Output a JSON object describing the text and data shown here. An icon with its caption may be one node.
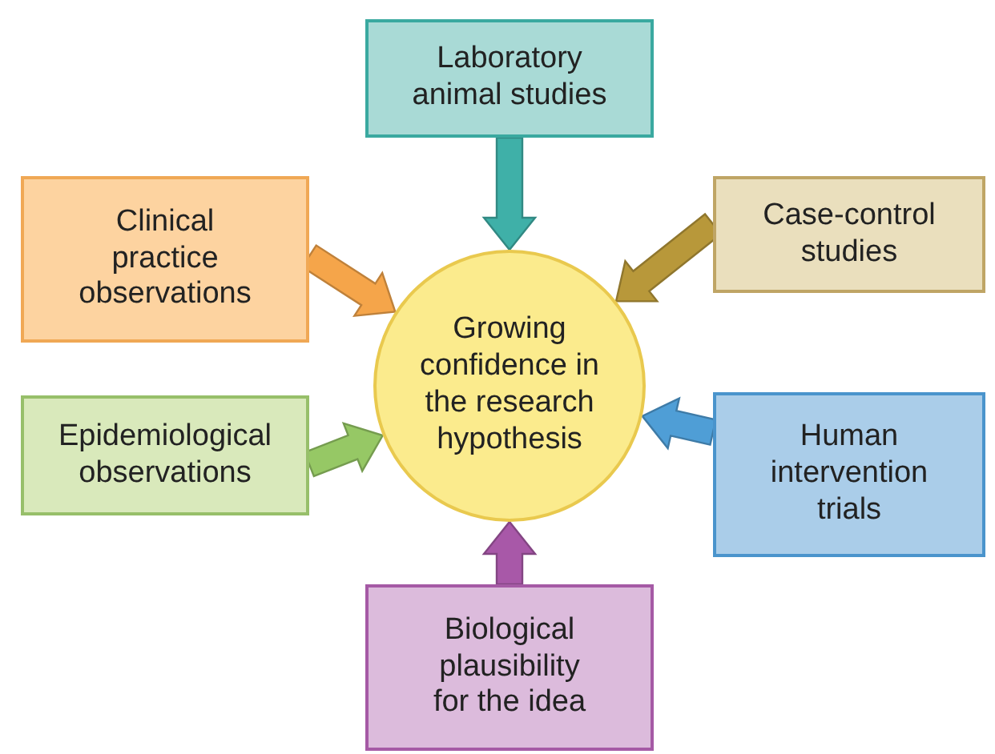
{
  "diagram": {
    "nodes": [
      {
        "text": [
          "Laboratory animal studies"
        ]
      },
      {
        "text": [
          "Clinical practice observations"
        ]
      },
      {
        "text": [
          "Case-control studies"
        ]
      },
      {
        "text": [
          "Growing confidence in the research hypothesis"
        ]
      },
      {
        "text": [
          "Epidemiological observations"
        ]
      },
      {
        "text": [
          "Human intervention trials"
        ]
      },
      {
        "text": [
          "Biological plausibility for the idea"
        ]
      }
    ],
    "edges": [
      {
        "from": 0,
        "to": 3,
        "arrow": "to",
        "style": "thick",
        "color": "#3fb0a8"
      },
      {
        "from": 1,
        "to": 3,
        "arrow": "to",
        "style": "thick",
        "color": "#f5a54a"
      },
      {
        "from": 2,
        "to": 3,
        "arrow": "to",
        "style": "thick",
        "color": "#b8983a"
      },
      {
        "from": 4,
        "to": 3,
        "arrow": "to",
        "style": "thick",
        "color": "#96c865"
      },
      {
        "from": 5,
        "to": 3,
        "arrow": "to",
        "style": "thick",
        "color": "#4f9ed6"
      },
      {
        "from": 6,
        "to": 3,
        "arrow": "to",
        "style": "thick",
        "color": "#a858a8"
      }
    ]
  }
}
